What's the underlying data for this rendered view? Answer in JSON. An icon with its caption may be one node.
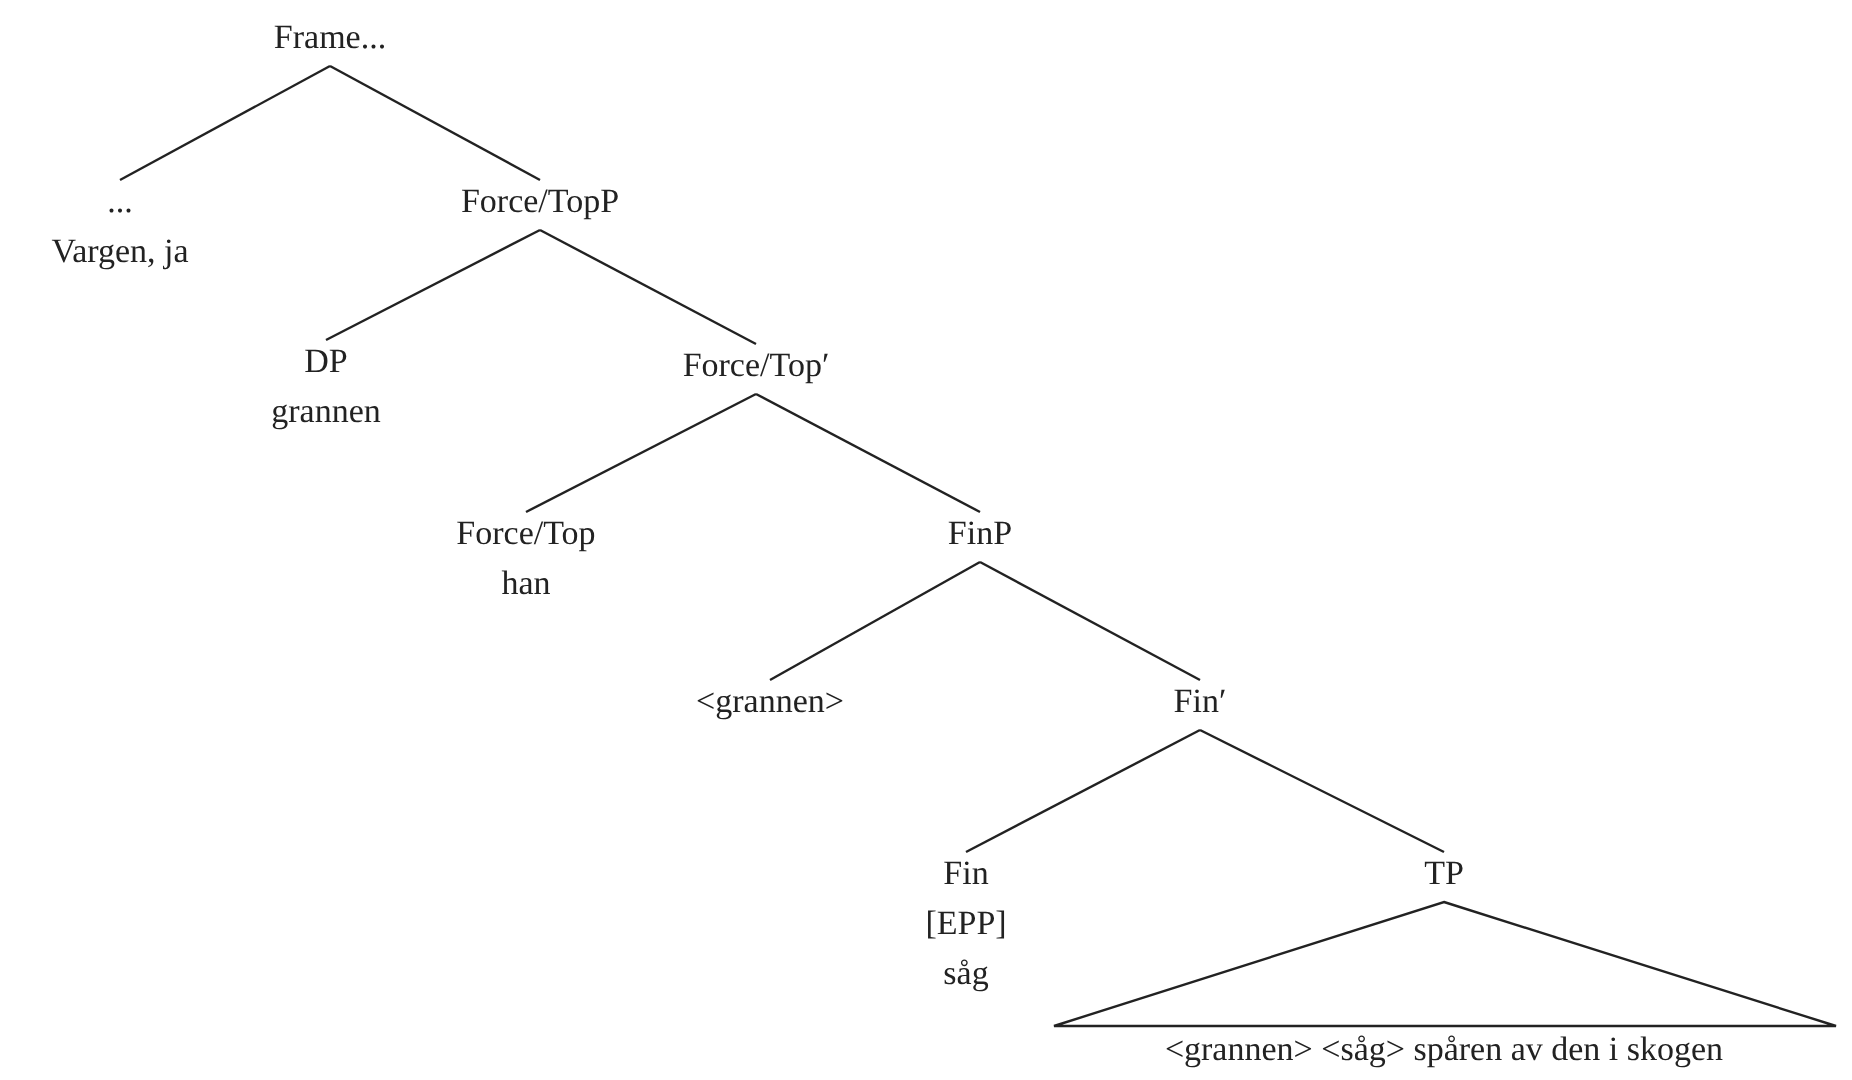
{
  "diagram": {
    "nodes": [
      {
        "text": [
          "Frame..."
        ]
      },
      {
        "text": [
          "...",
          "Vargen, ja"
        ]
      },
      {
        "text": [
          "Force/TopP"
        ]
      },
      {
        "text": [
          "DP",
          "grannen"
        ]
      },
      {
        "text": [
          "Force/Top′"
        ]
      },
      {
        "text": [
          "Force/Top",
          "han"
        ]
      },
      {
        "text": [
          "FinP"
        ]
      },
      {
        "text": [
          "<grannen>"
        ]
      },
      {
        "text": [
          "Fin′"
        ]
      },
      {
        "text": [
          "Fin",
          "[EPP]",
          "såg"
        ]
      },
      {
        "text": [
          "TP",
          "<grannen> <såg> spåren av den i skogen"
        ]
      }
    ],
    "edges": [
      {
        "from": 0,
        "to": 1,
        "arrow": "none"
      },
      {
        "from": 0,
        "to": 2,
        "arrow": "none"
      },
      {
        "from": 2,
        "to": 3,
        "arrow": "none"
      },
      {
        "from": 2,
        "to": 4,
        "arrow": "none"
      },
      {
        "from": 4,
        "to": 5,
        "arrow": "none"
      },
      {
        "from": 4,
        "to": 6,
        "arrow": "none"
      },
      {
        "from": 6,
        "to": 7,
        "arrow": "none"
      },
      {
        "from": 6,
        "to": 8,
        "arrow": "none"
      },
      {
        "from": 8,
        "to": 9,
        "arrow": "none"
      },
      {
        "from": 8,
        "to": 10,
        "arrow": "none"
      }
    ]
  }
}
